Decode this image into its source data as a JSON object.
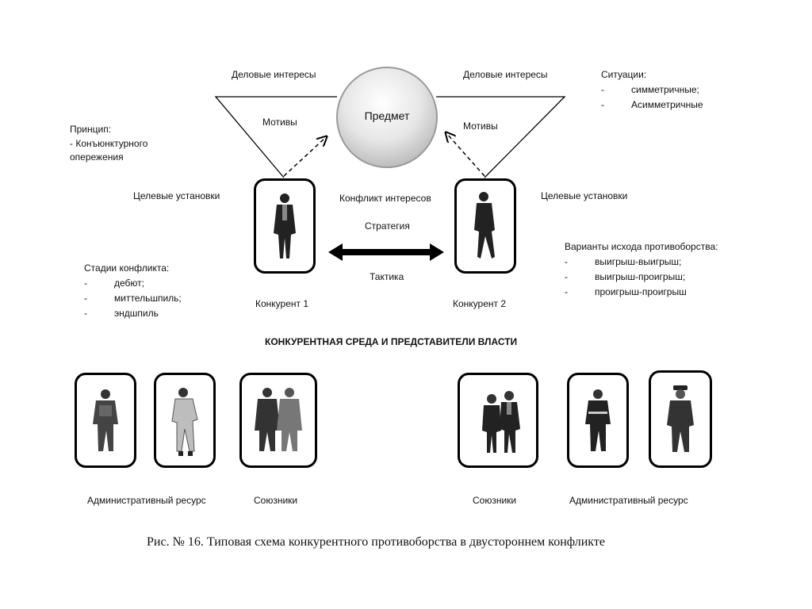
{
  "diagram": {
    "center": {
      "label": "Предмет"
    },
    "left": {
      "interests": "Деловые интересы",
      "motives": "Мотивы",
      "targets": "Целевые установки",
      "competitor": "Конкурент 1"
    },
    "right": {
      "interests": "Деловые интересы",
      "motives": "Мотивы",
      "targets": "Целевые установки",
      "competitor": "Конкурент 2"
    },
    "middle": {
      "conflict": "Конфликт интересов",
      "strategy": "Стратегия",
      "tactics": "Тактика"
    },
    "principle": {
      "line1": "Принцип:",
      "line2": "- Конъюнктурного",
      "line3": "опережения"
    },
    "situations": {
      "title": "Ситуации:",
      "items": [
        {
          "dash": "-",
          "text": "симметричные;"
        },
        {
          "dash": "-",
          "text": "Асимметричные"
        }
      ]
    },
    "stages": {
      "title": "Стадии конфликта:",
      "items": [
        {
          "dash": "-",
          "text": "дебют;"
        },
        {
          "dash": "-",
          "text": "миттельшпиль;"
        },
        {
          "dash": "-",
          "text": "эндшпиль"
        }
      ]
    },
    "outcomes": {
      "title": "Варианты исхода противоборства:",
      "items": [
        {
          "dash": "-",
          "text": "выигрыш-выигрыш;"
        },
        {
          "dash": "-",
          "text": "выигрыш-проигрыш;"
        },
        {
          "dash": "-",
          "text": "проигрыш-проигрыш"
        }
      ]
    },
    "environment_title": "КОНКУРЕНТНАЯ СРЕДА И ПРЕДСТАВИТЕЛИ ВЛАСТИ",
    "bottom_labels": {
      "admin_left": "Административный ресурс",
      "allies_left": "Союзники",
      "allies_right": "Союзники",
      "admin_right": "Административный ресурс"
    }
  },
  "caption": "Рис. № 16. Типовая схема конкурентного противоборства  в двустороннем конфликте",
  "icons": [
    "businessman-figure-icon",
    "soldier-figure-icon",
    "guard-figure-icon",
    "couple-figure-icon",
    "business-couple-figure-icon",
    "police-officer-figure-icon",
    "uniformed-officer-figure-icon"
  ]
}
